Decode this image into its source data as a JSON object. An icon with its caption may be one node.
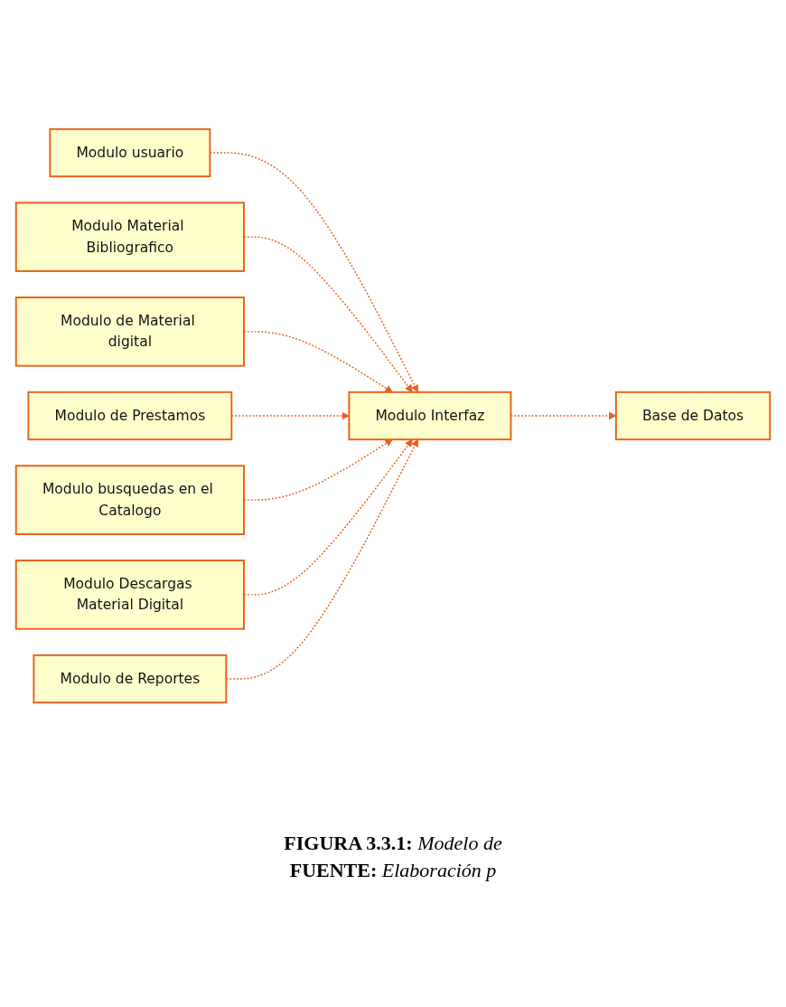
{
  "diagram": {
    "caption": "**FIGURA 3.3.1:** *Modelo de*",
    "nodes": [
      {
        "text": [
          "Modulo usuario"
        ]
      },
      {
        "text": [
          "Modulo Material Bibliografico"
        ]
      },
      {
        "text": [
          "Modulo de Material digital"
        ]
      },
      {
        "text": [
          "Modulo de Prestamos"
        ]
      },
      {
        "text": [
          "Modulo busquedas en el Catalogo"
        ]
      },
      {
        "text": [
          "Modulo Descargas Material Digital"
        ]
      },
      {
        "text": [
          "Modulo de Reportes"
        ]
      },
      {
        "text": [
          "Modulo Interfaz"
        ]
      },
      {
        "text": [
          "Base de Datos"
        ]
      }
    ],
    "edges": [
      {
        "from": 0,
        "to": 7,
        "arrow": "to",
        "style": "dashed"
      },
      {
        "from": 1,
        "to": 7,
        "arrow": "to",
        "style": "dashed"
      },
      {
        "from": 2,
        "to": 7,
        "arrow": "to",
        "style": "dashed"
      },
      {
        "from": 3,
        "to": 7,
        "arrow": "to",
        "style": "dashed"
      },
      {
        "from": 4,
        "to": 7,
        "arrow": "to",
        "style": "dashed"
      },
      {
        "from": 5,
        "to": 7,
        "arrow": "to",
        "style": "dashed"
      },
      {
        "from": 6,
        "to": 7,
        "arrow": "to",
        "style": "dashed"
      },
      {
        "from": 7,
        "to": 8,
        "arrow": "to",
        "style": "dashed"
      }
    ],
    "labels": [
      "**FUENTE:** *Elaboración p*"
    ]
  }
}
